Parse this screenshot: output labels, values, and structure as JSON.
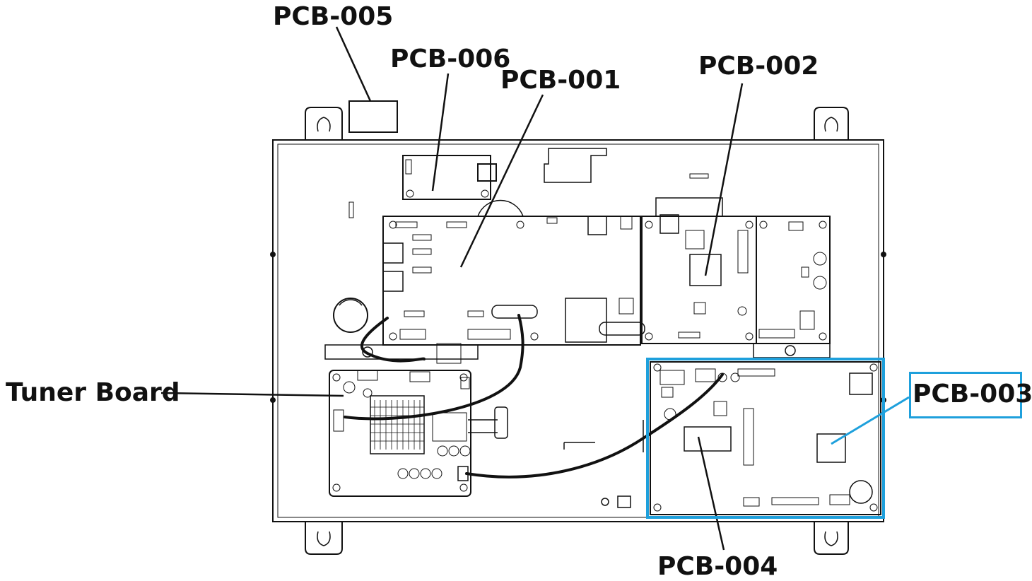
{
  "labels": {
    "pcb005": "PCB-005",
    "pcb006": "PCB-006",
    "pcb001": "PCB-001",
    "pcb002": "PCB-002",
    "pcb003": "PCB-003",
    "pcb004": "PCB-004",
    "tuner": "Tuner Board"
  },
  "colors": {
    "highlight": "#1ea0dc",
    "line": "#111111",
    "background": "#ffffff"
  },
  "highlighted_component": "PCB-003"
}
